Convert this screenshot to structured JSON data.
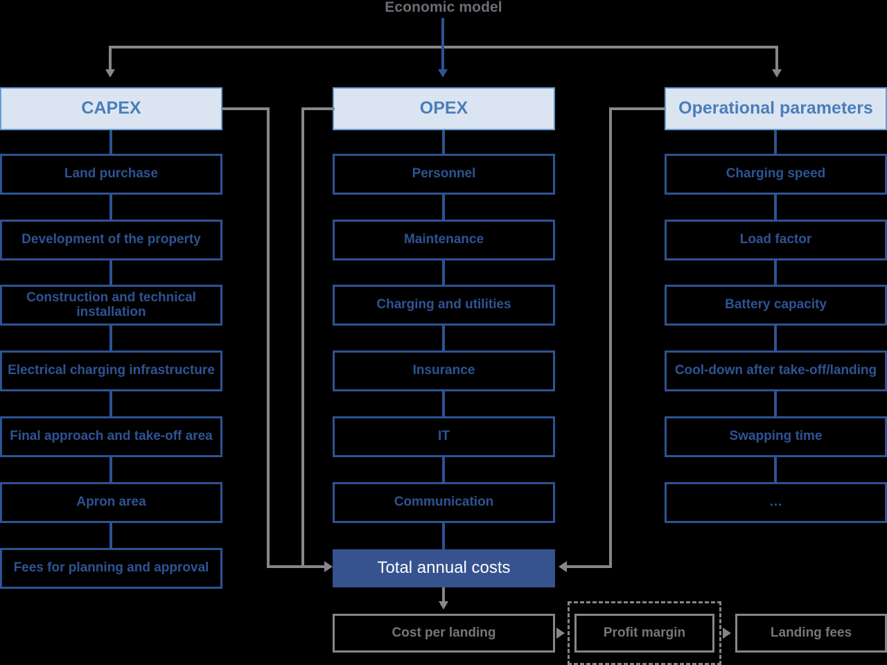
{
  "diagram": {
    "title": "Economic model",
    "columns": [
      {
        "id": "capex",
        "header": "CAPEX",
        "items": [
          "Land purchase",
          "Development of the property",
          "Construction and technical installation",
          "Electrical charging infrastructure",
          "Final approach and take-off area",
          "Apron area",
          "Fees for planning and approval"
        ]
      },
      {
        "id": "opex",
        "header": "OPEX",
        "items": [
          "Personnel",
          "Maintenance",
          "Charging and utilities",
          "Insurance",
          "IT",
          "Communication"
        ]
      },
      {
        "id": "operational-parameters",
        "header": "Operational parameters",
        "items": [
          "Charging speed",
          "Load factor",
          "Battery capacity",
          "Cool-down after take-off/landing",
          "Swapping time",
          "…"
        ]
      }
    ],
    "total": "Total annual costs",
    "outcomes": [
      "Cost per landing",
      "Profit margin",
      "Landing fees"
    ]
  },
  "colors": {
    "header_fill": "#dbe5f1",
    "header_border": "#6a9bd1",
    "header_text": "#4a7ebb",
    "item_border": "#2e5395",
    "item_text": "#2e5395",
    "total_fill": "#36538f",
    "total_text": "#ffffff",
    "outcome_border": "#86868c",
    "outcome_text": "#76767c",
    "connector_grey": "#86868c",
    "connector_blue": "#2e5395",
    "background": "#000000"
  }
}
